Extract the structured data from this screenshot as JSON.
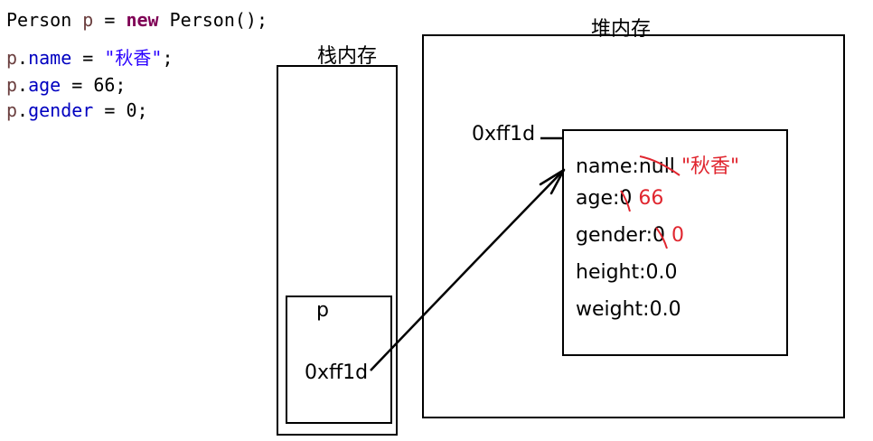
{
  "code": {
    "line1": {
      "t1": "Person ",
      "t2": "p",
      "t3": " = ",
      "t4": "new",
      "t5": " Person();"
    },
    "line2": {
      "t1": "p",
      "t2": ".",
      "t3": "name",
      "t4": " = ",
      "t5": "\"秋香\"",
      "t6": ";"
    },
    "line3": {
      "t1": "p",
      "t2": ".",
      "t3": "age",
      "t4": " = 66;"
    },
    "line4": {
      "t1": "p",
      "t2": ".",
      "t3": "gender",
      "t4": " = 0;"
    }
  },
  "stack": {
    "title": "栈内存",
    "var_name": "p",
    "var_value": "0xff1d"
  },
  "heap": {
    "title": "堆内存",
    "address": "0xff1d",
    "fields": [
      {
        "label": "name:",
        "old": "null",
        "new": "\"秋香\""
      },
      {
        "label": "age:",
        "old": "0",
        "new": "66"
      },
      {
        "label": "gender:",
        "old": "0",
        "new": "0"
      },
      {
        "label": "height:0.0"
      },
      {
        "label": "weight:0.0"
      }
    ]
  },
  "colors": {
    "annotation": "#e0262f",
    "keyword": "#7f0055",
    "field": "#0000c0",
    "string": "#2a00ff"
  }
}
